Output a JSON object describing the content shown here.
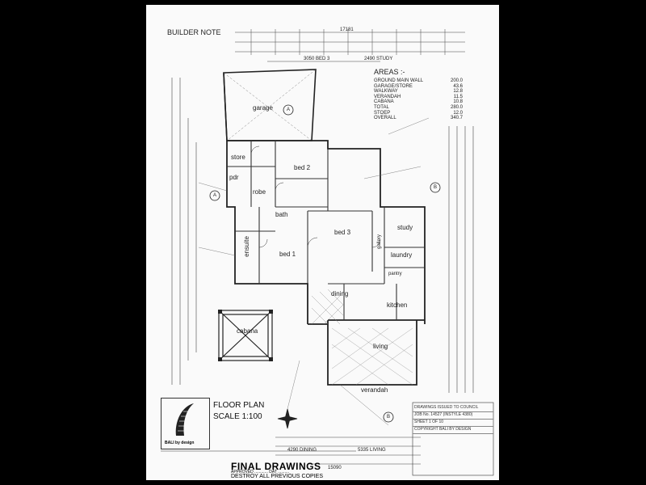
{
  "builder_note": "BUILDER NOTE",
  "areas": {
    "title": "AREAS :-",
    "rows": [
      {
        "label": "GROUND MAIN WALL",
        "value": "200.0"
      },
      {
        "label": "GARAGE/STORE",
        "value": "43.6"
      },
      {
        "label": "WALKWAY",
        "value": "12.8"
      },
      {
        "label": "VERANDAH",
        "value": "11.5"
      },
      {
        "label": "CABANA",
        "value": "10.8"
      },
      {
        "label": "TOTAL",
        "value": "280.0"
      },
      {
        "label": "STOEP",
        "value": "12.0"
      },
      {
        "label": "OVERALL",
        "value": "340.7"
      }
    ]
  },
  "rooms": {
    "garage": "garage",
    "store": "store",
    "pdr": "pdr",
    "robe": "robe",
    "bed2": "bed 2",
    "bath": "bath",
    "bed3": "bed 3",
    "study": "study",
    "laundry": "laundry",
    "ensuite": "ensuite",
    "bed1": "bed 1",
    "dining": "dining",
    "kitchen": "kitchen",
    "living": "living",
    "verandah": "verandah",
    "cabana": "cabana",
    "gallery": "gallery",
    "pantry": "pantry"
  },
  "floor_plan": {
    "title": "FLOOR PLAN",
    "scale": "SCALE 1:100"
  },
  "logo": {
    "name": "BALI by design"
  },
  "title_block": {
    "approved_label": "APPROVED",
    "date_label": "DAT",
    "final": "FINAL DRAWINGS",
    "destroy": "DESTROY ALL PREVIOUS COPIES",
    "issued": "DRAWINGS ISSUED TO COUNCIL",
    "job": "JOB No. 14527 (INSTYLE 4380)",
    "sheet": "SHEET 1 OF 10",
    "copyright": "COPYRIGHT BALI BY DESIGN"
  },
  "section_markers": [
    "A",
    "A",
    "B",
    "B"
  ],
  "dims": {
    "top_total": "17181",
    "top_a": "3050 BED 3",
    "top_b": "2490 STUDY",
    "bottom_total": "15090",
    "bottom_a": "4290 DINING",
    "bottom_b": "5335 LIVING"
  }
}
